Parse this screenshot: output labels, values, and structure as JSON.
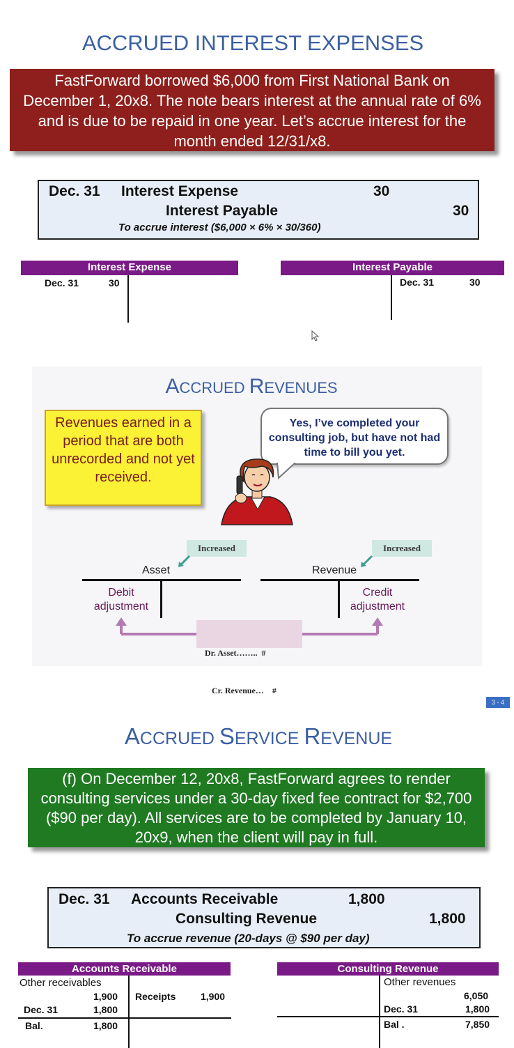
{
  "slide1": {
    "title": "ACCRUED INTEREST EXPENSES",
    "description": "FastForward borrowed $6,000 from First National Bank on December 1, 20x8. The note bears interest at the annual rate of 6% and is due to be repaid in one year. Let’s accrue interest for the month ended 12/31/x8.",
    "journal": {
      "date": "Dec. 31",
      "debit_account": "Interest Expense",
      "debit_amount": "30",
      "credit_account": "Interest Payable",
      "credit_amount": "30",
      "note": "To accrue interest ($6,000 × 6% × 30/360)"
    },
    "t_left": {
      "title": "Interest Expense",
      "entry_date": "Dec. 31",
      "entry_amount": "30"
    },
    "t_right": {
      "title": "Interest Payable",
      "entry_date": "Dec. 31",
      "entry_amount": "30"
    }
  },
  "slide2": {
    "title_first_big": "A",
    "title_first_rest": "CCRUED",
    "title_second_big": "R",
    "title_second_rest": "EVENUES",
    "definition": "Revenues earned in a period that are both unrecorded and not yet received.",
    "speech": "Yes, I’ve completed your consulting job, but have not had time to bill you yet.",
    "asset_label": "Asset",
    "revenue_label": "Revenue",
    "increased_left": "Increased",
    "increased_right": "Increased",
    "debit_line1": "Debit",
    "debit_line2": "adjustment",
    "credit_line1": "Credit",
    "credit_line2": "adjustment",
    "entry_line1": "Dr. Asset……..  #",
    "entry_line2": "Cr. Revenue…    #"
  },
  "slide3": {
    "slide_number": "3 - 4",
    "title_w1_big": "A",
    "title_w1_rest": "CCRUED",
    "title_w2_big": "S",
    "title_w2_rest": "ERVICE",
    "title_w3_big": "R",
    "title_w3_rest": "EVENUE",
    "description": "(f) On December 12, 20x8, FastForward agrees to render consulting services under a 30-day fixed fee contract for $2,700 ($90 per day). All services are to be completed by January 10, 20x9, when the client will pay in full.",
    "journal": {
      "date": "Dec. 31",
      "debit_account": "Accounts Receivable",
      "debit_amount": "1,800",
      "credit_account": "Consulting Revenue",
      "credit_amount": "1,800",
      "note": "To accrue revenue (20-days @ $90 per day)"
    },
    "t_left": {
      "title": "Accounts Receivable",
      "row1_label": "Other receivables",
      "row1_amount": "1,900",
      "credit_label": "Receipts",
      "credit_amount": "1,900",
      "row2_label": "Dec. 31",
      "row2_amount": "1,800",
      "bal_label": "Bal.",
      "bal_amount": "1,800"
    },
    "t_right": {
      "title": "Consulting Revenue",
      "row1_label": "Other revenues",
      "row1_amount": "6,050",
      "row2_label": "Dec. 31",
      "row2_amount": "1,800",
      "bal_label": "Bal .",
      "bal_amount": "7,850"
    }
  }
}
